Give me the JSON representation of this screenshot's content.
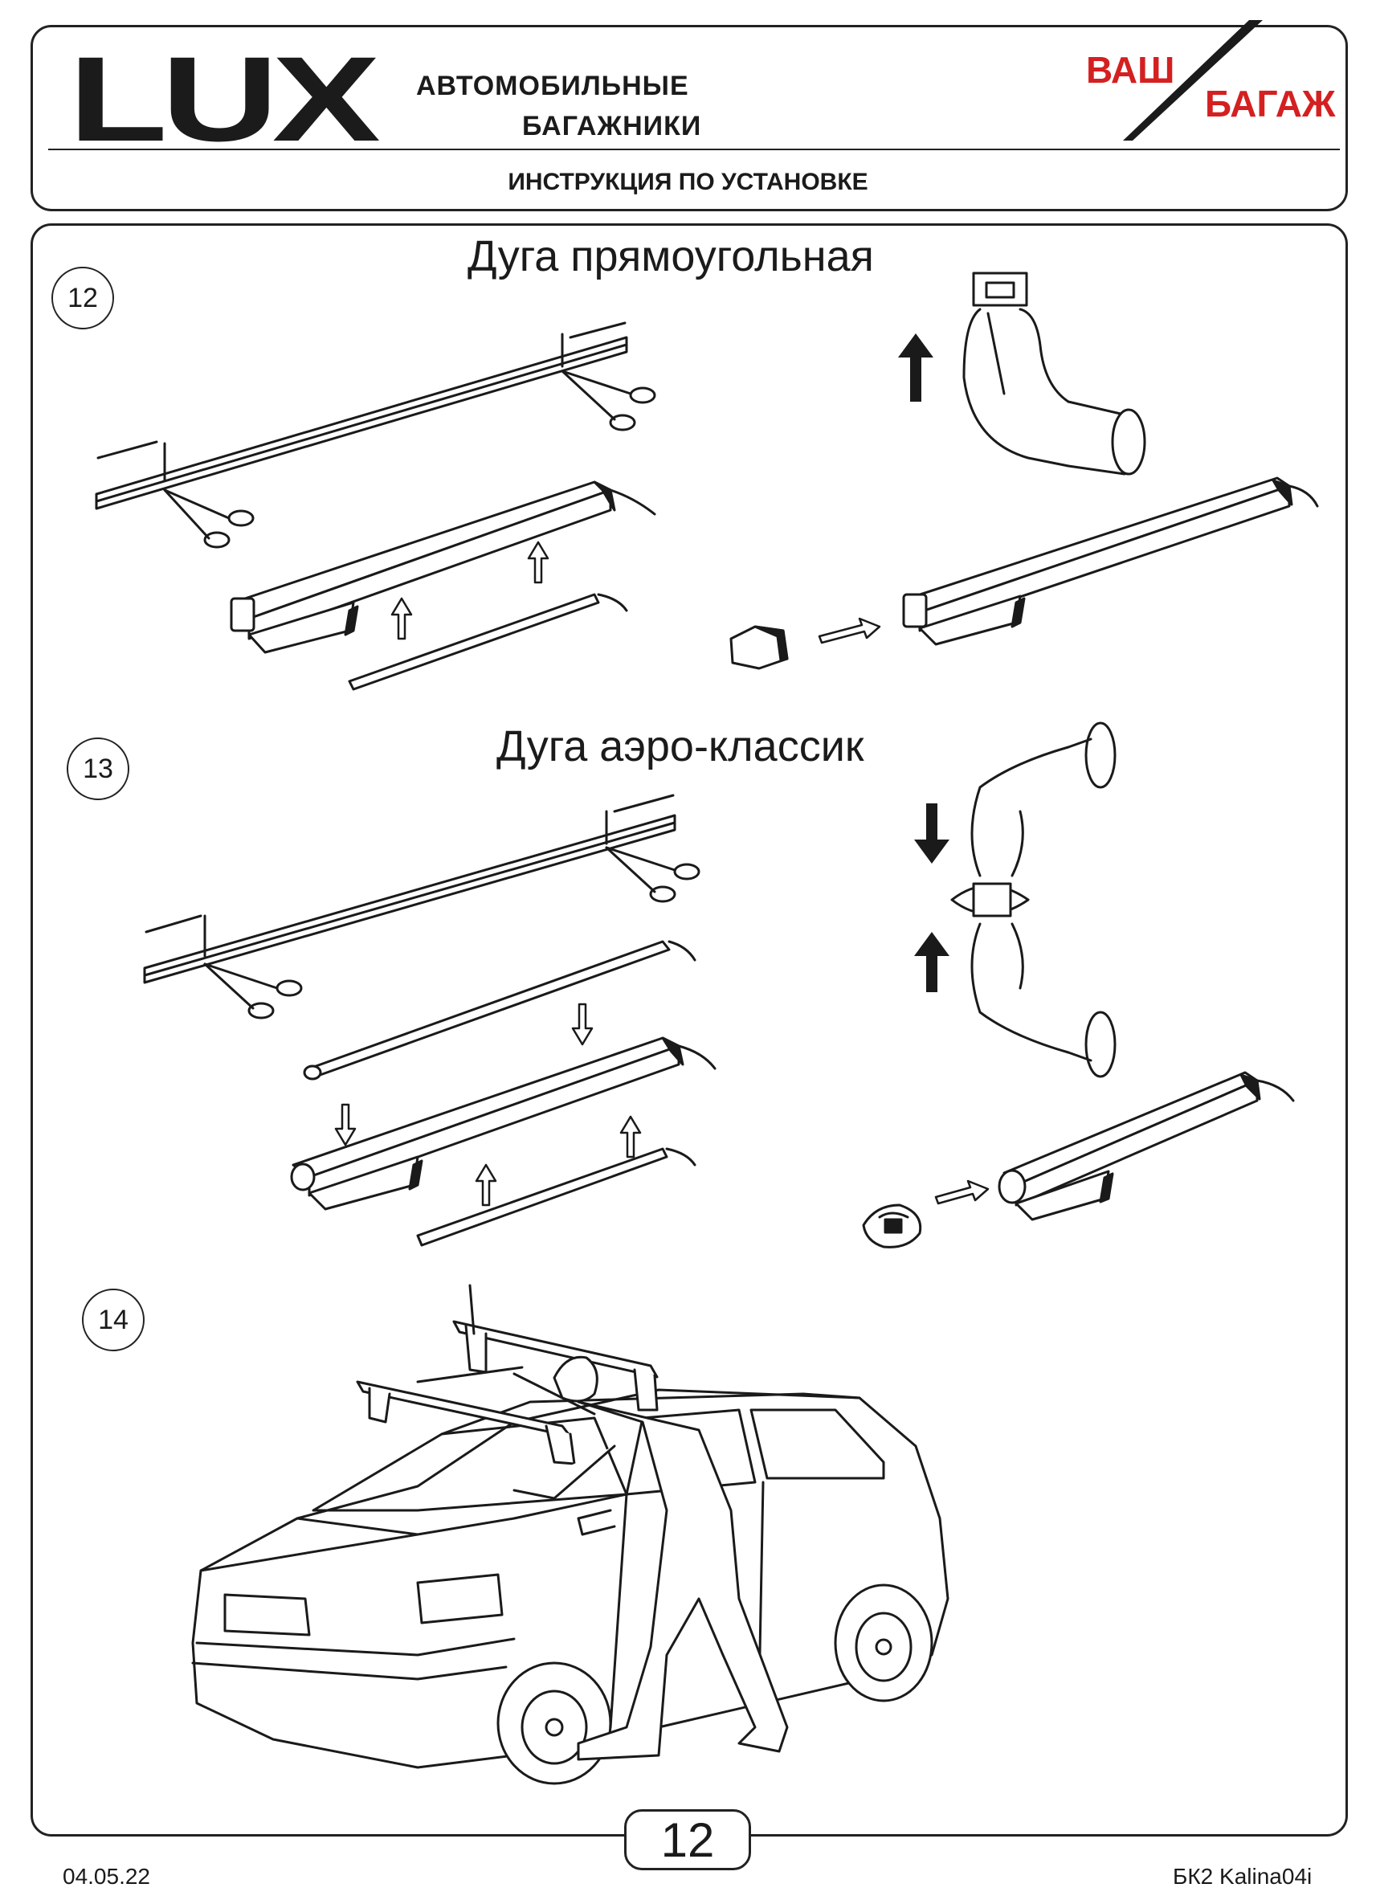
{
  "header": {
    "logo_text": "LUX",
    "brand_line1": "АВТОМОБИЛЬНЫЕ",
    "brand_line2": "БАГАЖНИКИ",
    "partner_word1": "ВАШ",
    "partner_word2": "БАГАЖ",
    "subtitle": "ИНСТРУКЦИЯ ПО УСТАНОВКЕ"
  },
  "steps": [
    {
      "number": "12",
      "title": "Дуга прямоугольная"
    },
    {
      "number": "13",
      "title": "Дуга аэро-классик"
    },
    {
      "number": "14",
      "title": ""
    }
  ],
  "footer": {
    "page_number": "12",
    "date": "04.05.22",
    "doc_code": "БК2 Kalina04i"
  },
  "colors": {
    "ink": "#1a1a1a",
    "accent": "#d42020"
  },
  "icons": [
    "scissors-icon",
    "arrow-up-icon",
    "arrow-down-icon",
    "hand-icon",
    "end-cap-icon",
    "car-icon",
    "person-icon"
  ]
}
